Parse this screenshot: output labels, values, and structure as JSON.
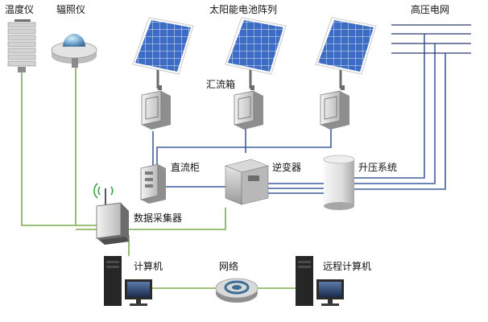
{
  "labels": {
    "thermometer": "温度仪",
    "radiometer": "辐照仪",
    "solar_array": "太阳能电池阵列",
    "grid": "高压电网",
    "combiner_box": "汇流箱",
    "dc_cabinet": "直流柜",
    "inverter": "逆变器",
    "boost_system": "升压系统",
    "data_collector": "数据采集器",
    "computer": "计算机",
    "network": "网络",
    "remote_computer": "远程计算机"
  },
  "colors": {
    "wire_blue": "#3f5f9a",
    "wire_green": "#7fae4e",
    "panel_blue": "#3f6fc6"
  }
}
